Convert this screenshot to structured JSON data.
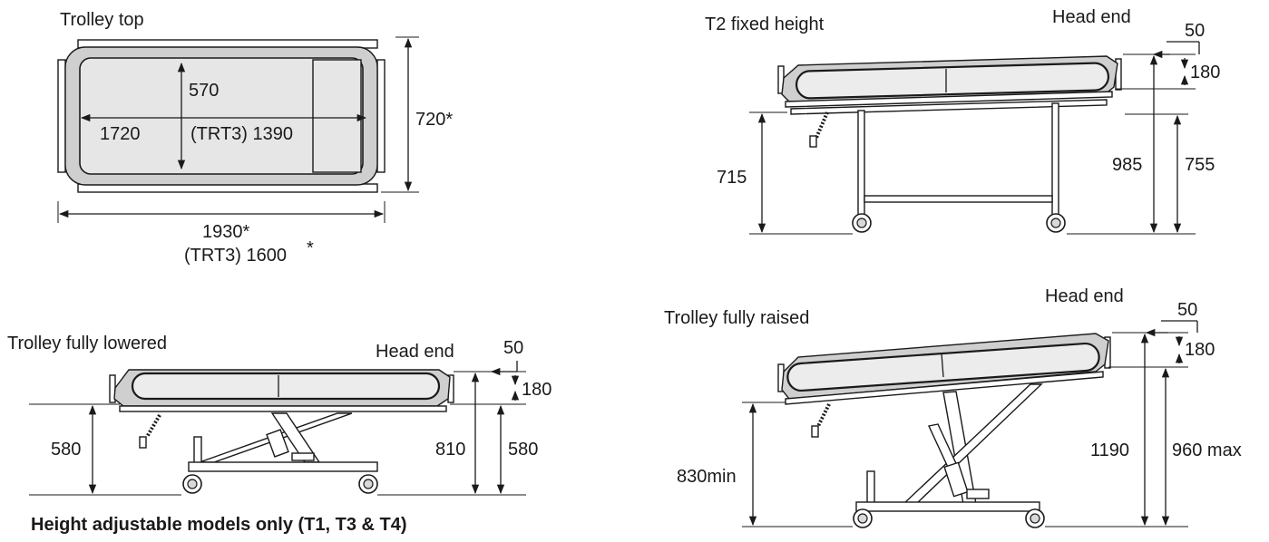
{
  "panels": {
    "top": {
      "title": "Trolley top",
      "width_label": "570",
      "length_label": "1720",
      "trt3_length_label": "(TRT3) 1390",
      "overall_width_label": "720*",
      "overall_length_label": "1930*",
      "trt3_overall_length_label": "(TRT3) 1600",
      "asterisk": "*"
    },
    "fixed": {
      "title": "T2 fixed height",
      "head_end_label": "Head end",
      "head_offset_label": "50",
      "rail_label": "180",
      "deck_height_label": "715",
      "total_height_label": "985",
      "frame_height_label": "755"
    },
    "lowered": {
      "title": "Trolley fully lowered",
      "head_end_label": "Head end",
      "head_offset_label": "50",
      "rail_label": "180",
      "deck_height_label": "580",
      "total_height_label": "810",
      "frame_height_label": "580",
      "caption": "Height adjustable models only (T1, T3 & T4)"
    },
    "raised": {
      "title": "Trolley fully raised",
      "head_end_label": "Head end",
      "head_offset_label": "50",
      "rail_label": "180",
      "deck_height_label": "830min",
      "total_height_label": "1190",
      "frame_height_label": "960 max"
    }
  }
}
